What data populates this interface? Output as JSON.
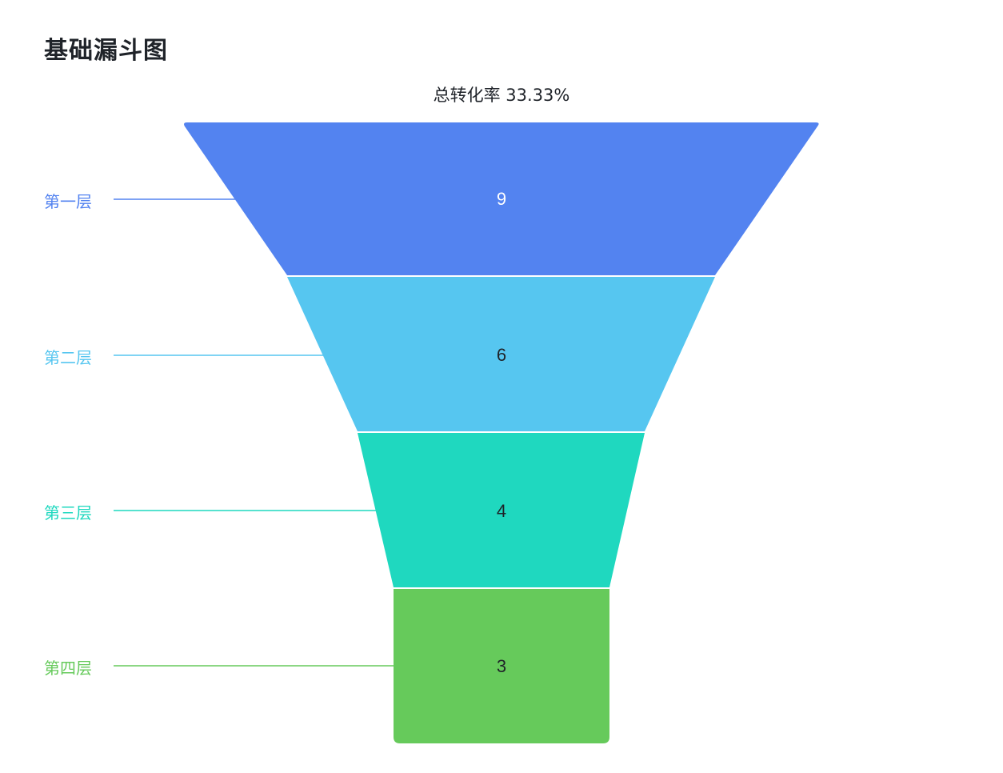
{
  "title": "基础漏斗图",
  "subtitle": "总转化率 33.33%",
  "chart_data": {
    "type": "funnel",
    "title": "基础漏斗图",
    "subtitle": "总转化率 33.33%",
    "categories": [
      "第一层",
      "第二层",
      "第三层",
      "第四层"
    ],
    "values": [
      9,
      6,
      4,
      3
    ],
    "colors": [
      "#5383f0",
      "#56c6f0",
      "#1fd8bf",
      "#66ca5b"
    ],
    "value_label_colors": [
      "#ffffff",
      "#1f2329",
      "#1f2329",
      "#1f2329"
    ],
    "legend_position": "left",
    "total_conversion_rate": "33.33%"
  },
  "labels": [
    "第一层",
    "第二层",
    "第三层",
    "第四层"
  ],
  "values": [
    "9",
    "6",
    "4",
    "3"
  ]
}
